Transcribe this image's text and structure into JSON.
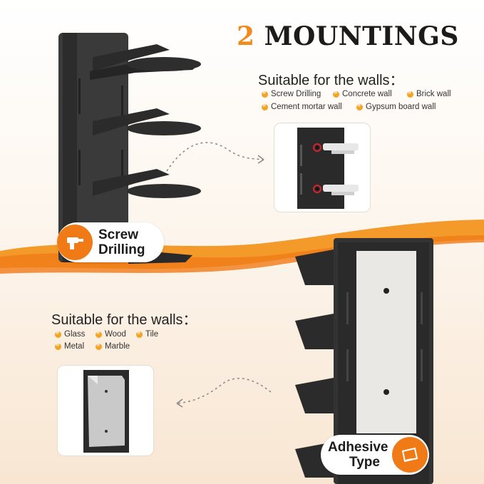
{
  "title": {
    "number": "2",
    "text": "MOUNTINGS"
  },
  "screw_section": {
    "heading": "Suitable for the walls：",
    "walls": [
      "Screw Drilling",
      "Concrete wall",
      "Brick wall",
      "Cement mortar wall",
      "Gypsum board wall"
    ],
    "badge_line1": "Screw",
    "badge_line2": "Drilling",
    "badge_icon": "drill-icon"
  },
  "adhesive_section": {
    "heading": "Suitable for the walls：",
    "walls": [
      "Glass",
      "Wood",
      "Tile",
      "Metal",
      "Marble"
    ],
    "badge_line1": "Adhesive",
    "badge_line2": "Type",
    "badge_icon": "adhesive-tape-icon"
  },
  "colors": {
    "accent": "#f08a1c",
    "product": "#2a2a2a",
    "screw_marker": "#d8232a"
  }
}
